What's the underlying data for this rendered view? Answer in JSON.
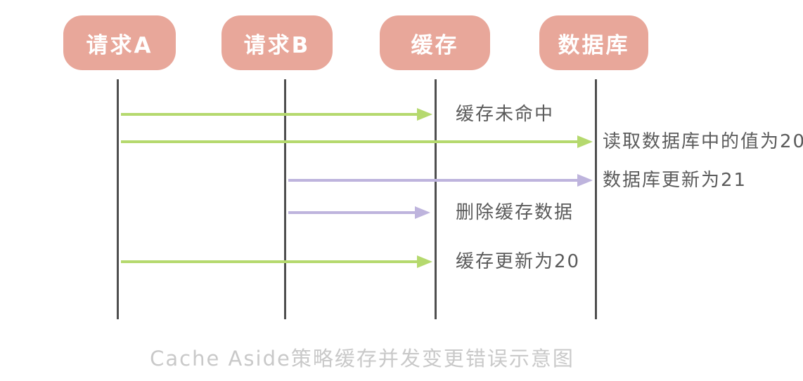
{
  "diagram": {
    "caption": "Cache Aside策略缓存并发变更错误示意图",
    "actors": [
      {
        "id": "request-a",
        "label": "请求A"
      },
      {
        "id": "request-b",
        "label": "请求B"
      },
      {
        "id": "cache",
        "label": "缓存"
      },
      {
        "id": "database",
        "label": "数据库"
      }
    ],
    "messages": [
      {
        "from": "request-a",
        "to": "cache",
        "color": "green",
        "label": "缓存未命中"
      },
      {
        "from": "request-a",
        "to": "database",
        "color": "green",
        "label": "读取数据库中的值为20"
      },
      {
        "from": "request-b",
        "to": "database",
        "color": "purple",
        "label": "数据库更新为21"
      },
      {
        "from": "request-b",
        "to": "cache",
        "color": "purple",
        "label": "删除缓存数据"
      },
      {
        "from": "request-a",
        "to": "cache",
        "color": "green",
        "label": "缓存更新为20"
      }
    ],
    "colors": {
      "actor_fill": "#e8a79a",
      "actor_text": "#ffffff",
      "lifeline": "#4f4f4f",
      "arrow_green": "#b5d96e",
      "arrow_purple": "#beb4dd",
      "label_text": "#5b5b5b",
      "caption_text": "#c9c9c9"
    }
  }
}
